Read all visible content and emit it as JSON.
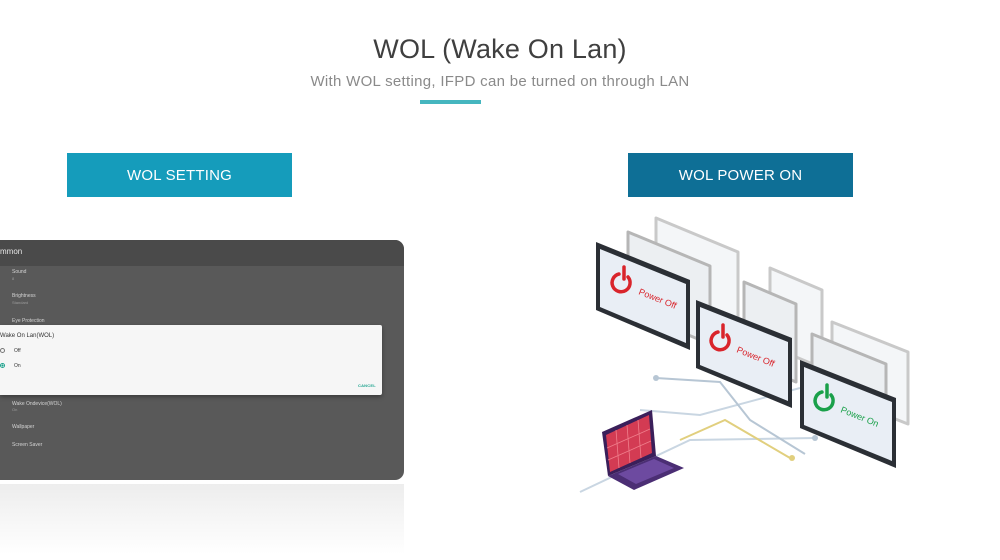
{
  "header": {
    "title": "WOL (Wake On Lan)",
    "subtitle": "With WOL setting, IFPD can be turned on through LAN"
  },
  "buttons": {
    "setting_label": "WOL SETTING",
    "power_label": "WOL POWER ON"
  },
  "settings_panel": {
    "title": "mmon",
    "items": [
      {
        "label": "Sound",
        "sub": "8"
      },
      {
        "label": "Brightness",
        "sub": "Standard"
      },
      {
        "label": "Eye Protection",
        "sub": ""
      },
      {
        "label": "Wake Ondevice(WOL)",
        "sub": "On"
      },
      {
        "label": "Wallpaper",
        "sub": ""
      },
      {
        "label": "Screen Saver",
        "sub": ""
      }
    ]
  },
  "wol_dialog": {
    "title": "Wake On Lan(WOL)",
    "options": [
      {
        "label": "Off",
        "selected": false
      },
      {
        "label": "On",
        "selected": true
      }
    ],
    "cancel_label": "CANCEL"
  },
  "illustration": {
    "screens": [
      {
        "label": "Power Off",
        "state": "off"
      },
      {
        "label": "Power Off",
        "state": "off"
      },
      {
        "label": "Power On",
        "state": "on"
      }
    ]
  },
  "colors": {
    "accent_teal": "#45b6bf",
    "setting_button": "#159cbb",
    "power_button": "#0e6f96",
    "power_off_red": "#d9242b",
    "power_on_green": "#1aa04a"
  }
}
